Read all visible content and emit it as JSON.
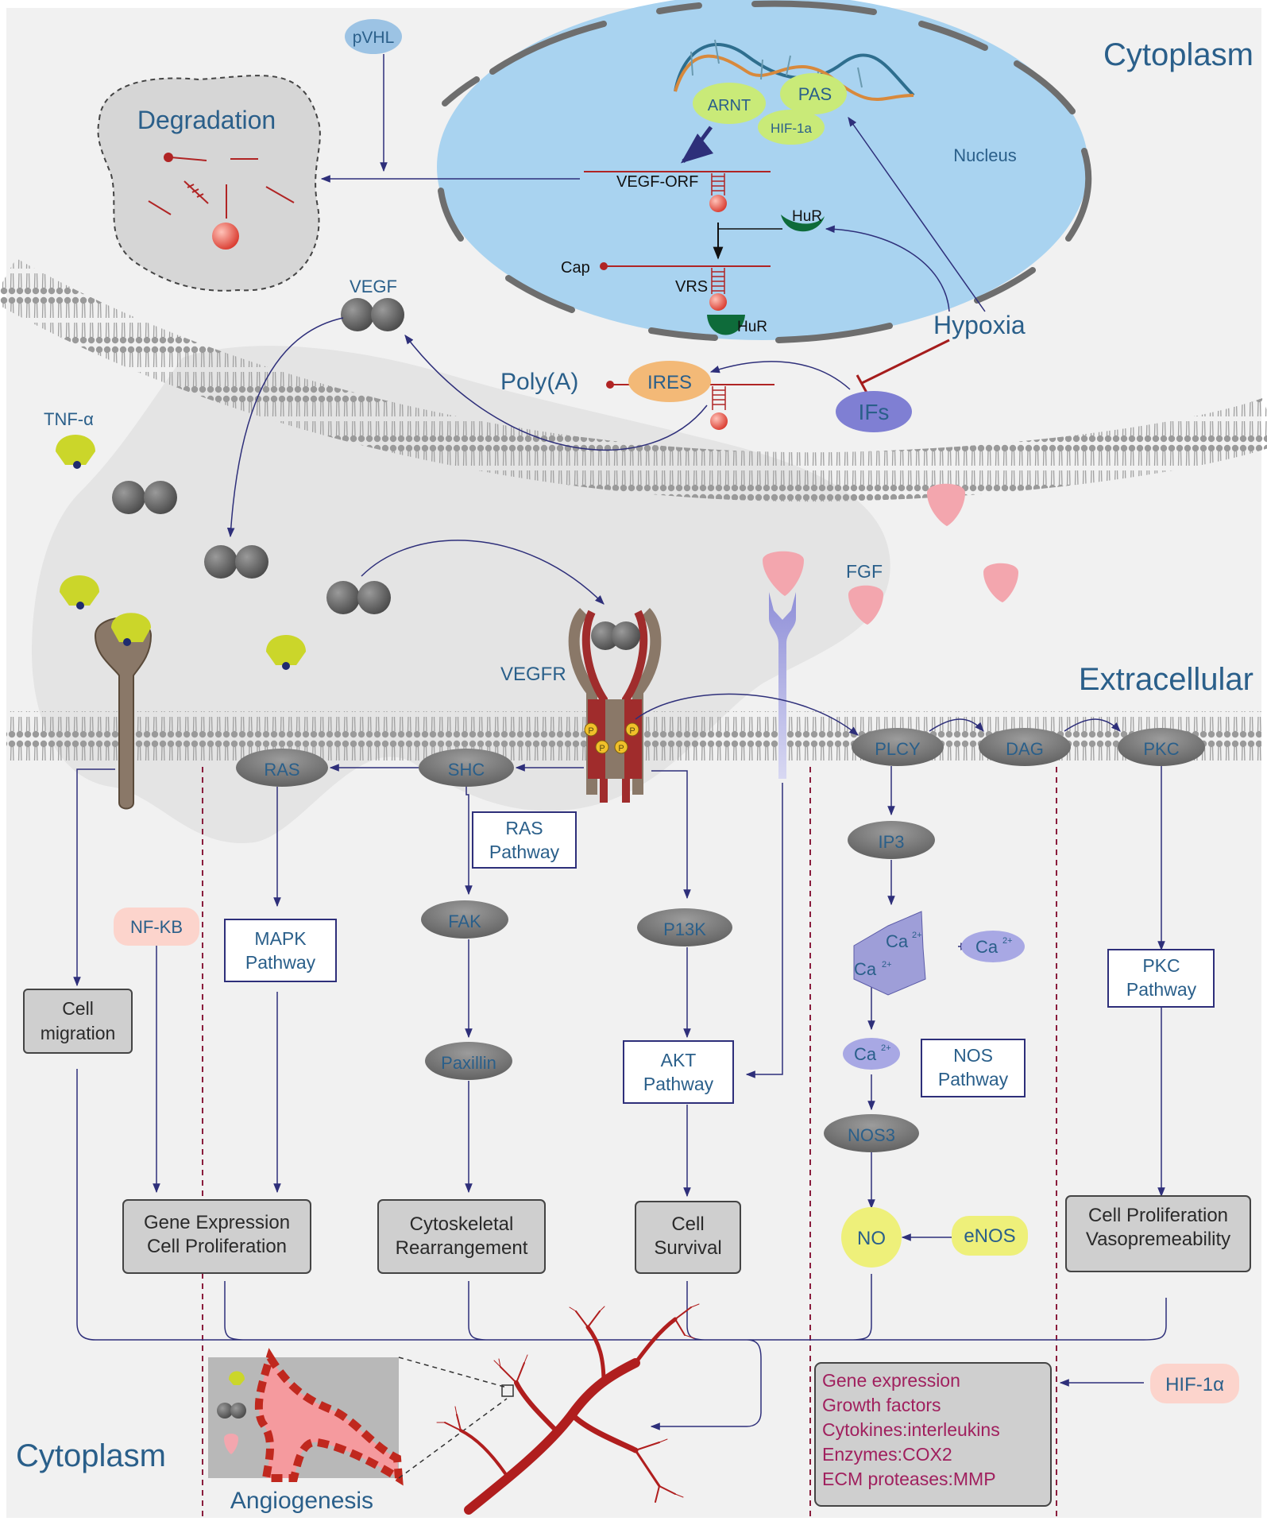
{
  "regions": {
    "cytoplasm_top": "Cytoplasm",
    "cytoplasm_bottom": "Cytoplasm",
    "extracellular": "Extracellular",
    "nucleus": "Nucleus",
    "degradation": "Degradation"
  },
  "molecules": {
    "pvhl": "pVHL",
    "arnt": "ARNT",
    "pas": "PAS",
    "hif1a_nuc": "HIF-1a",
    "vegf_orf": "VEGF-ORF",
    "hur_top": "HuR",
    "hur_bottom": "HuR",
    "cap": "Cap",
    "vrs": "VRS",
    "hypoxia": "Hypoxia",
    "vegf": "VEGF",
    "polya": "Poly(A)",
    "ires": "IRES",
    "ifs": "IFs",
    "tnf": "TNF-α",
    "fgf": "FGF",
    "vegfr": "VEGFR",
    "p": "P"
  },
  "signaling": {
    "ras": "RAS",
    "shc": "SHC",
    "plcy": "PLCY",
    "dag": "DAG",
    "pkc": "PKC",
    "ip3": "IP3",
    "fak": "FAK",
    "p13k": "P13K",
    "paxillin": "Paxillin",
    "nos3": "NOS3",
    "no": "NO",
    "enos": "eNOS",
    "nfkb": "NF-KB",
    "hif1a_bottom": "HIF-1α",
    "ca": "Ca",
    "ca_sup": "2+"
  },
  "boxes": {
    "ras_pathway": [
      "RAS",
      "Pathway"
    ],
    "mapk_pathway": [
      "MAPK",
      "Pathway"
    ],
    "akt_pathway": [
      "AKT",
      "Pathway"
    ],
    "nos_pathway": [
      "NOS",
      "Pathway"
    ],
    "pkc_pathway": [
      "PKC",
      "Pathway"
    ],
    "cell_migration": [
      "Cell",
      "migration"
    ],
    "gene_expr": [
      "Gene Expression",
      "Cell  Proliferation"
    ],
    "cytoskeletal": [
      "Cytoskeletal",
      "Rearrangement"
    ],
    "cell_survival": [
      "Cell",
      "Survival"
    ],
    "cell_prolif_vaso": [
      "Cell Proliferation",
      "Vasopremeability"
    ],
    "outcomes": [
      "Gene expression",
      "Growth factors",
      "Cytokines:interleukins",
      "Enzymes:COX2",
      "ECM proteases:MMP"
    ]
  },
  "angiogenesis": "Angiogenesis",
  "colors": {
    "region_text": "#2a5f8a",
    "arrow": "#2e2f7a",
    "nucleus": "#a9d3f0",
    "membrane_head": "#8a8a8a",
    "dashed_divider": "#8a1c3c",
    "outcome_text": "#a0205e",
    "inhibit": "#a51c1c"
  }
}
